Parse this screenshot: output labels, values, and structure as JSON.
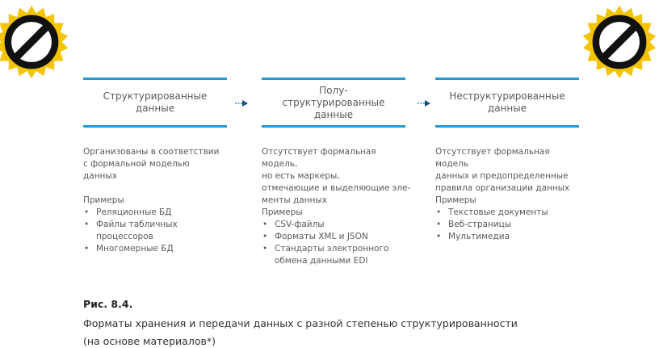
{
  "badges": [
    {
      "icon": "prohibited-icon",
      "color": "#f5c400"
    },
    {
      "icon": "prohibited-icon",
      "color": "#f5c400"
    }
  ],
  "accent_color": "#1f9ad6",
  "columns": [
    {
      "header": "Структурированные\nданные",
      "description": "Организованы в соответствии\nс формальной моделью\nданных",
      "examples_label": "Примеры",
      "examples": [
        "Реляционные БД",
        "Файлы табличных\nпроцессоров",
        "Многомерные БД"
      ]
    },
    {
      "header": "Полу-\nструктурированные\nданные",
      "description": "Отсутствует формальная модель,\nно есть маркеры,\nотмечающие и выделяющие эле-\nменты данных",
      "examples_label": "Примеры",
      "examples": [
        "CSV-файлы",
        "Форматы XML и JSON",
        "Стандарты электронного\nобмена данными EDI"
      ]
    },
    {
      "header": "Неструктурированные\nданные",
      "description": "Отсутствует формальная модель\nданных и предопределенные\nправила организации данных",
      "examples_label": "Примеры",
      "examples": [
        "Текстовые документы",
        "Веб-страницы",
        "Мультимедиа"
      ]
    }
  ],
  "caption": {
    "title": "Рис. 8.4.",
    "line1": "Форматы хранения и передачи данных с разной степенью структурированности",
    "line2": "(на основе материалов*)"
  }
}
